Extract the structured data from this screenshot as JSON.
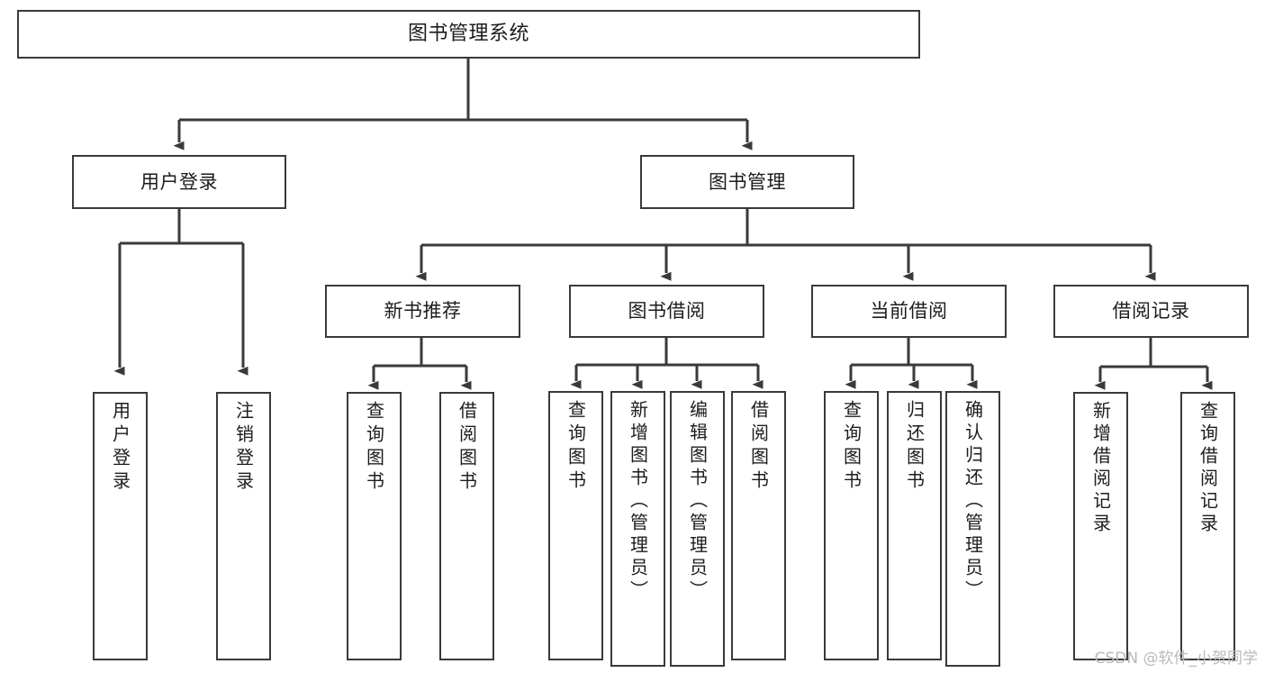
{
  "diagram": {
    "type": "tree",
    "title": "图书管理系统",
    "watermark": "CSDN @软件_小贺同学",
    "colors": {
      "background": "#ffffff",
      "node_border": "#3a3a3a",
      "node_fill": "#ffffff",
      "edge": "#3a3a3a",
      "text": "#1c1c1c",
      "watermark": "#b9b9b9"
    },
    "nodes": {
      "root": {
        "label": "图书管理系统"
      },
      "level1": [
        {
          "id": "user-login",
          "label": "用户登录"
        },
        {
          "id": "book-manage",
          "label": "图书管理"
        }
      ],
      "level2": [
        {
          "id": "new-book-rec",
          "label": "新书推荐"
        },
        {
          "id": "book-borrow",
          "label": "图书借阅"
        },
        {
          "id": "current-borrow",
          "label": "当前借阅"
        },
        {
          "id": "borrow-record",
          "label": "借阅记录"
        }
      ],
      "leaves": {
        "user-login": [
          {
            "id": "leaf-user-login",
            "label": "用户登录"
          },
          {
            "id": "leaf-logout",
            "label": "注销登录"
          }
        ],
        "new-book-rec": [
          {
            "id": "leaf-query-book-1",
            "label": "查询图书"
          },
          {
            "id": "leaf-borrow-book-1",
            "label": "借阅图书"
          }
        ],
        "book-borrow": [
          {
            "id": "leaf-query-book-2",
            "label": "查询图书"
          },
          {
            "id": "leaf-add-book",
            "label": "新增图书（管理员）"
          },
          {
            "id": "leaf-edit-book",
            "label": "编辑图书（管理员）"
          },
          {
            "id": "leaf-borrow-book-2",
            "label": "借阅图书"
          }
        ],
        "current-borrow": [
          {
            "id": "leaf-query-book-3",
            "label": "查询图书"
          },
          {
            "id": "leaf-return-book",
            "label": "归还图书"
          },
          {
            "id": "leaf-confirm-return",
            "label": "确认归还（管理员）"
          }
        ],
        "borrow-record": [
          {
            "id": "leaf-add-record",
            "label": "新增借阅记录"
          },
          {
            "id": "leaf-query-record",
            "label": "查询借阅记录"
          }
        ]
      }
    }
  }
}
